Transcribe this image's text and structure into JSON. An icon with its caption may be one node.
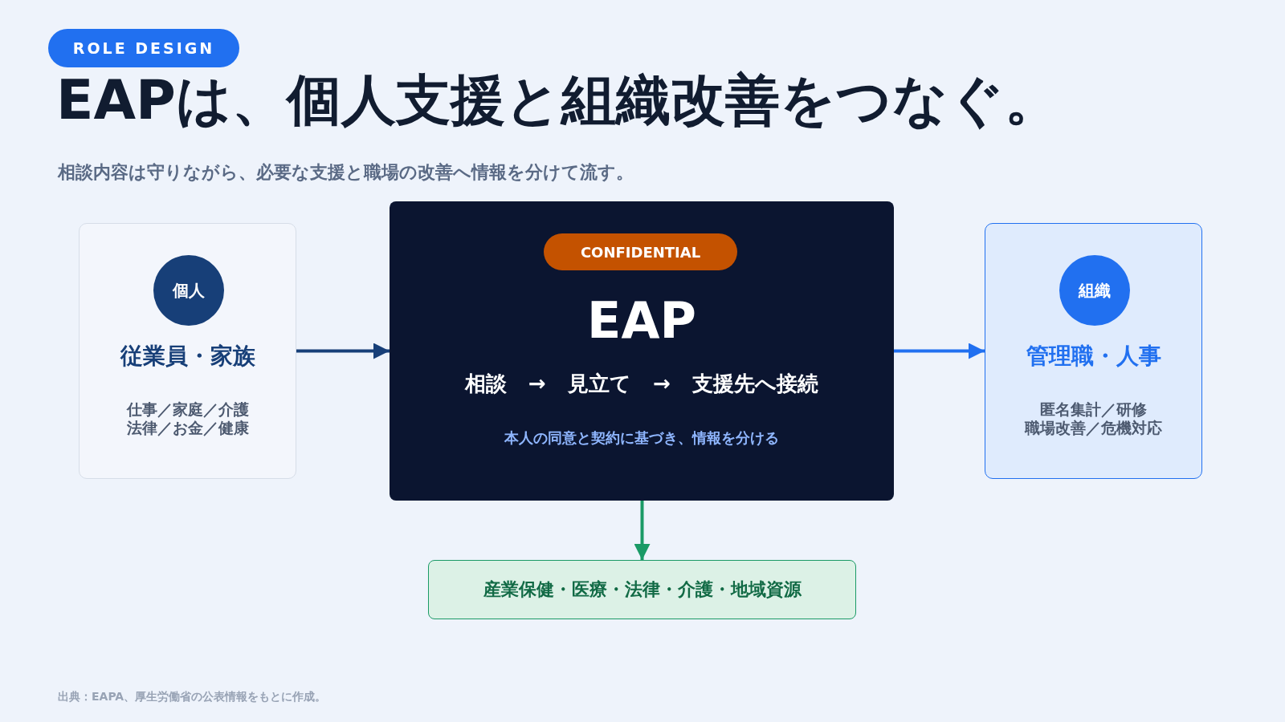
{
  "diagram": {
    "title": "EAPは、個人支援と組織改善をつなぐ。",
    "caption": "出典：EAPA、厚生労働省の公表情報をもとに作成。",
    "nodes": [
      {
        "text": [
          "ROLE DESIGN"
        ]
      },
      {
        "text": [
          "従業員・家族",
          "仕事／家庭／介護法律／お金／健康"
        ]
      },
      {
        "text": [
          "個人"
        ],
        "in": 1
      },
      {
        "text": [
          "EAP",
          "相談 → 見立て → 支援先へ接続",
          "本人の同意と契約に基づき、情報を分ける"
        ]
      },
      {
        "text": [
          "CONFIDENTIAL"
        ],
        "in": 3
      },
      {
        "text": [
          "管理職・人事",
          "匿名集計／研修職場改善／危機対応"
        ]
      },
      {
        "text": [
          "組織"
        ],
        "in": 5
      },
      {
        "text": [
          "産業保健・医療・法律・介護・地域資源"
        ]
      }
    ],
    "edges": [
      {
        "from": 1,
        "to": 3,
        "arrow": "to",
        "color": "#173f78"
      },
      {
        "from": 3,
        "to": 5,
        "arrow": "to",
        "color": "#2170f0"
      },
      {
        "from": 3,
        "to": 7,
        "arrow": "to",
        "color": "#1a9a66"
      }
    ],
    "labels": [
      "相談内容は守りながら、必要な支援と職場の改善へ情報を分けて流す。"
    ]
  }
}
